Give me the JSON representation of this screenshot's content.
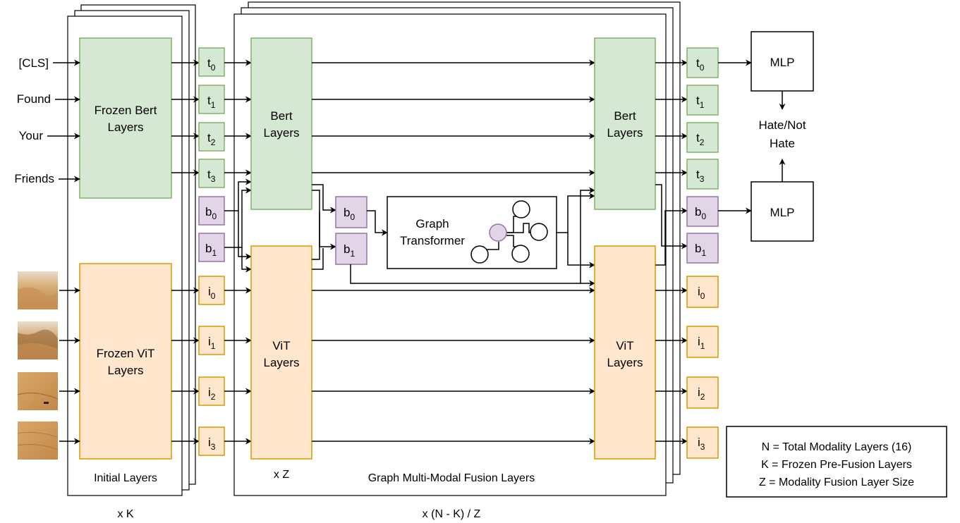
{
  "inputs": {
    "text_tokens": [
      "[CLS]",
      "Found",
      "Your",
      "Friends"
    ],
    "image_patch_icons": [
      "sand-dune-photo",
      "sand-dune-photo",
      "sand-dune-photo",
      "sand-dune-photo"
    ]
  },
  "initial_block": {
    "bert_label_1": "Frozen Bert",
    "bert_label_2": "Layers",
    "vit_label_1": "Frozen ViT",
    "vit_label_2": "Layers",
    "caption": "Initial Layers",
    "repeat": "x K"
  },
  "tokens": {
    "text": [
      [
        "t",
        "0"
      ],
      [
        "t",
        "1"
      ],
      [
        "t",
        "2"
      ],
      [
        "t",
        "3"
      ]
    ],
    "bridge": [
      [
        "b",
        "0"
      ],
      [
        "b",
        "1"
      ]
    ],
    "image": [
      [
        "i",
        "0"
      ],
      [
        "i",
        "1"
      ],
      [
        "i",
        "2"
      ],
      [
        "i",
        "3"
      ]
    ]
  },
  "fusion_block": {
    "bert_label_1": "Bert",
    "bert_label_2": "Layers",
    "vit_label_1": "ViT",
    "vit_label_2": "Layers",
    "graph_label_1": "Graph",
    "graph_label_2": "Transformer",
    "inner_repeat": "x Z",
    "caption": "Graph Multi-Modal Fusion Layers",
    "repeat": "x (N - K) / Z"
  },
  "heads": {
    "mlp_top": "MLP",
    "mlp_bottom": "MLP",
    "output_1": "Hate/Not",
    "output_2": "Hate"
  },
  "legend": [
    "N = Total Modality Layers (16)",
    "K = Frozen Pre-Fusion Layers",
    "Z = Modality Fusion Layer Size"
  ],
  "colors": {
    "bert_fill": "#d5e8d4",
    "bert_stroke": "#82b366",
    "vit_fill": "#ffe6cc",
    "vit_stroke": "#d79b00",
    "bridge_fill": "#e1d5e7",
    "bridge_stroke": "#9673a6"
  }
}
